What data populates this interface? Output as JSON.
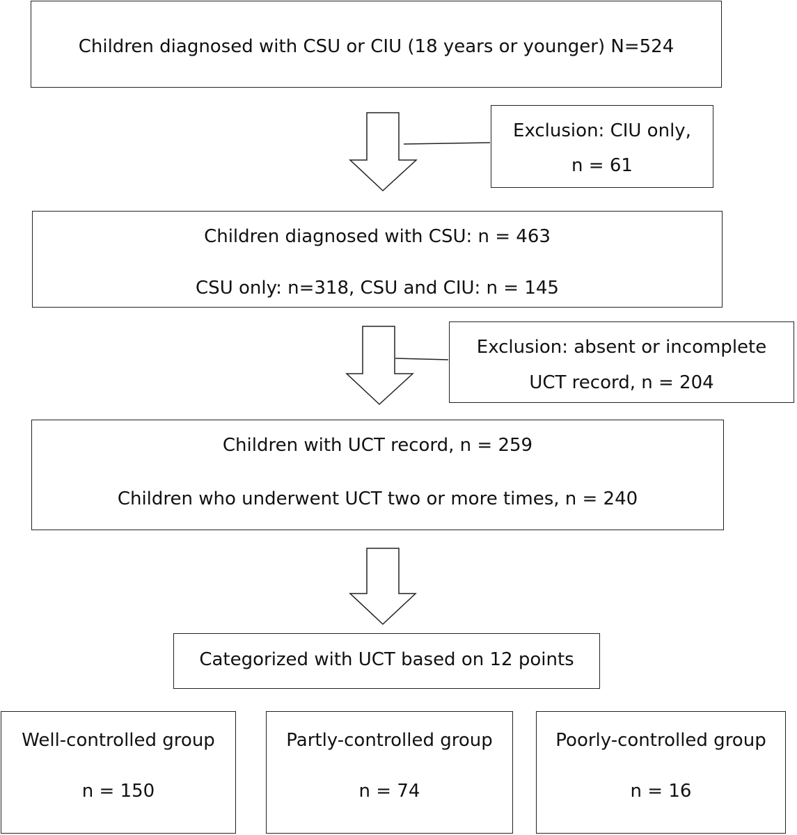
{
  "flowchart": {
    "start": {
      "text": "Children diagnosed with CSU or CIU (18 years or younger) N=524"
    },
    "exclusion1": {
      "line1": "Exclusion: CIU only,",
      "line2": "n = 61"
    },
    "csu": {
      "line1": "Children diagnosed with CSU: n = 463",
      "line2": "CSU only: n=318, CSU and CIU: n = 145"
    },
    "exclusion2": {
      "line1": "Exclusion: absent or incomplete",
      "line2": "UCT record, n = 204"
    },
    "uct": {
      "line1": "Children with UCT record, n = 259",
      "line2": "Children who underwent UCT two or more times, n = 240"
    },
    "categorized": {
      "text": "Categorized with UCT based on 12 points"
    },
    "groups": [
      {
        "label": "Well-controlled group",
        "count": "n = 150"
      },
      {
        "label": "Partly-controlled group",
        "count": "n = 74"
      },
      {
        "label": "Poorly-controlled group",
        "count": "n = 16"
      }
    ]
  }
}
